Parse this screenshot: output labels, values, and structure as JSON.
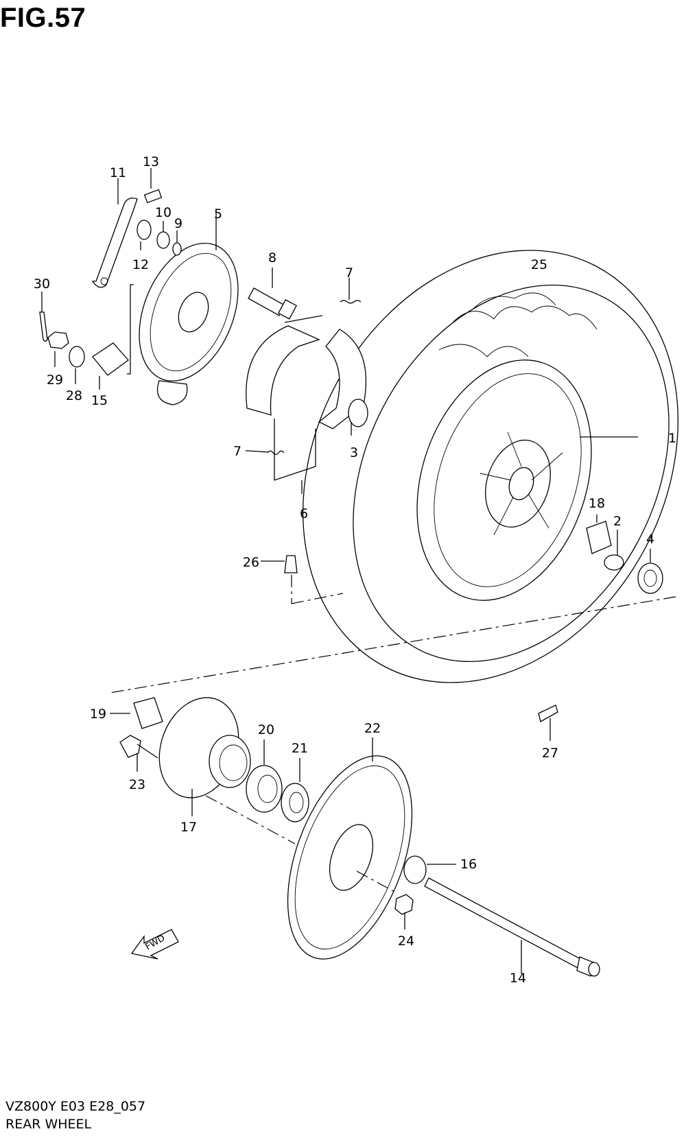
{
  "figure": {
    "title": "FIG.57",
    "model_code": "VZ800Y E03 E28_057",
    "caption": "REAR WHEEL",
    "fwd_label": "FWD"
  },
  "callouts": [
    "1",
    "2",
    "3",
    "4",
    "5",
    "6",
    "7",
    "7",
    "8",
    "9",
    "10",
    "11",
    "12",
    "13",
    "14",
    "15",
    "16",
    "17",
    "18",
    "19",
    "20",
    "21",
    "22",
    "23",
    "24",
    "25",
    "26",
    "27",
    "28",
    "29",
    "30"
  ]
}
